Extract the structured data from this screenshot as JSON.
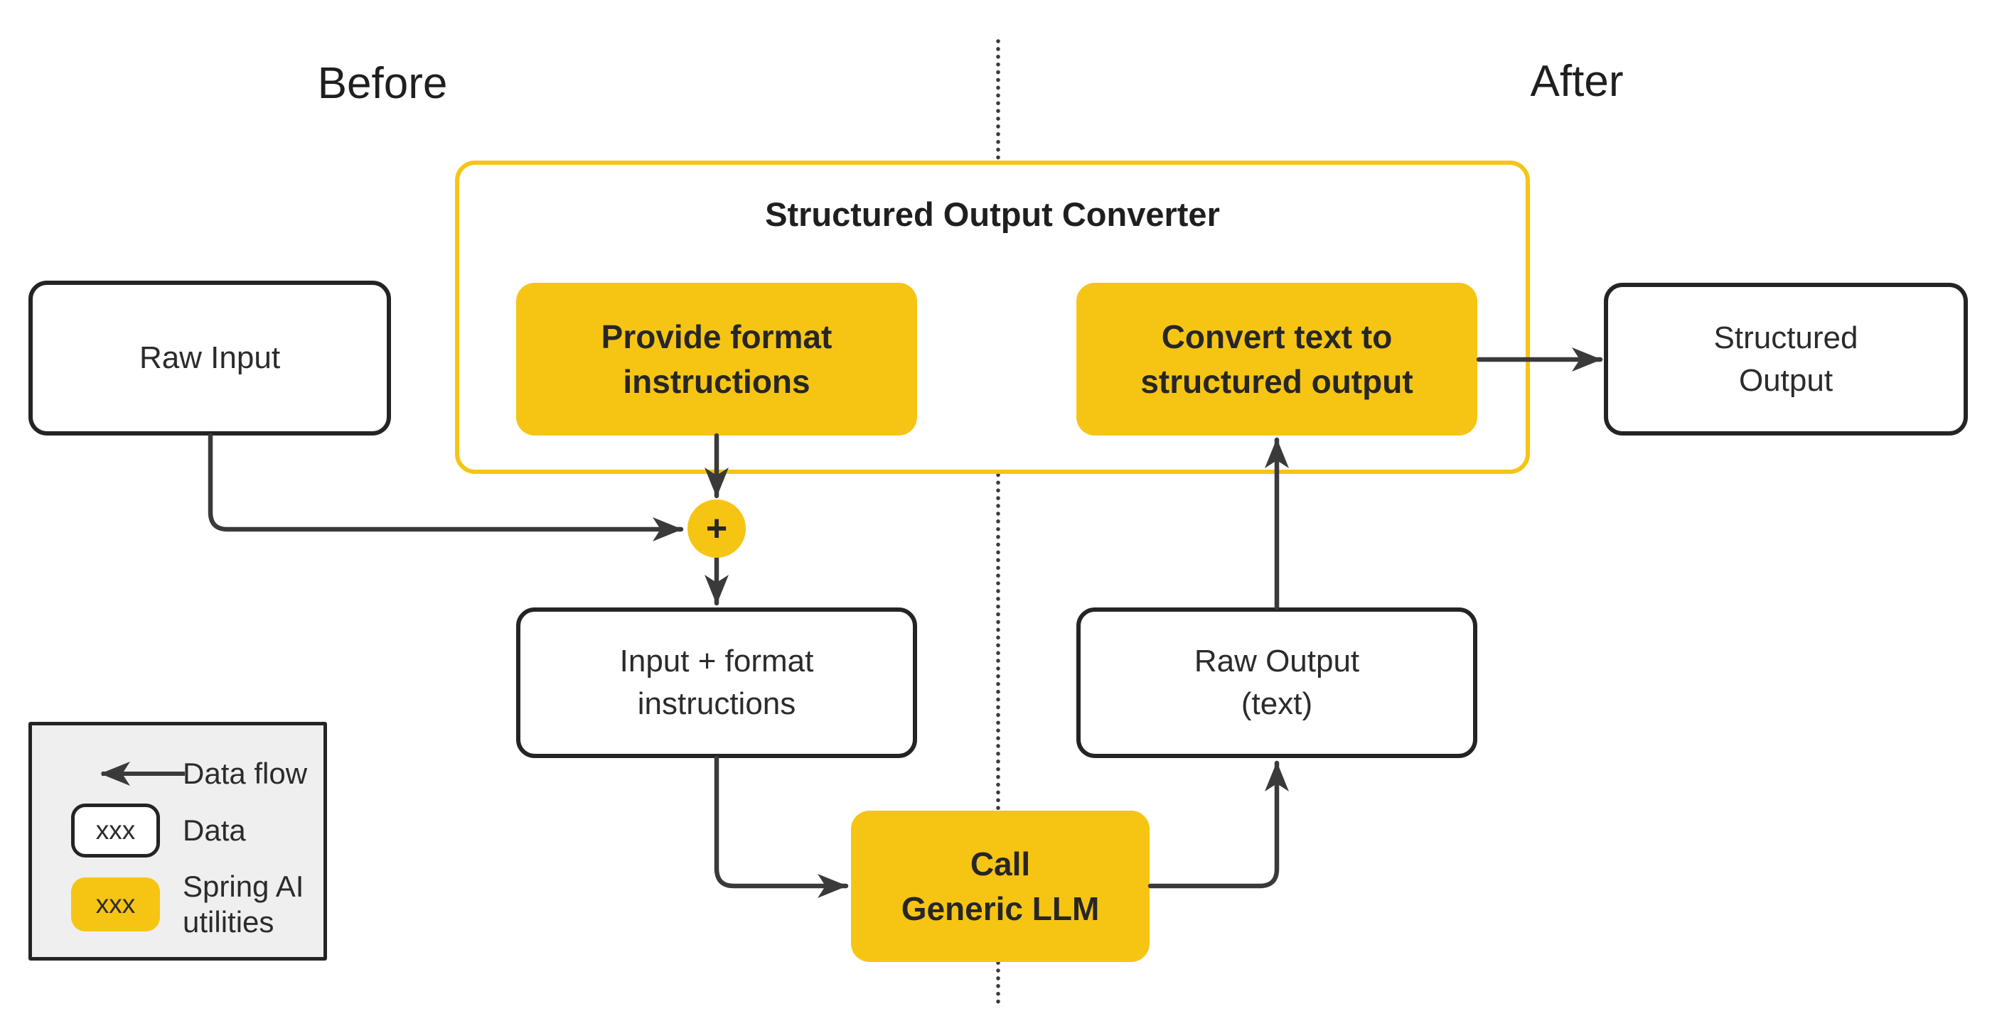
{
  "colors": {
    "yellow": "#F6C514",
    "arrow_stroke": "#3A3A3A",
    "box_border": "#242424",
    "text": "#2B2B2B",
    "legend_bg": "#EFEFEF"
  },
  "labels": {
    "before": "Before",
    "after": "After"
  },
  "converter": {
    "title": "Structured Output Converter"
  },
  "nodes": {
    "raw_input": {
      "line1": "Raw Input"
    },
    "provide_format": {
      "line1": "Provide format",
      "line2": "instructions"
    },
    "convert_text": {
      "line1": "Convert text to",
      "line2": "structured  output"
    },
    "structured_output": {
      "line1": "Structured",
      "line2": "Output"
    },
    "input_format": {
      "line1": "Input + format",
      "line2": "instructions"
    },
    "raw_output": {
      "line1": "Raw Output",
      "line2": "(text)"
    },
    "call_llm": {
      "line1": "Call",
      "line2": "Generic LLM"
    },
    "plus": "+"
  },
  "legend": {
    "data_flow": "Data flow",
    "data": "Data",
    "spring_line1": "Spring AI",
    "spring_line2": "utilities",
    "chip_sample": "xxx"
  }
}
